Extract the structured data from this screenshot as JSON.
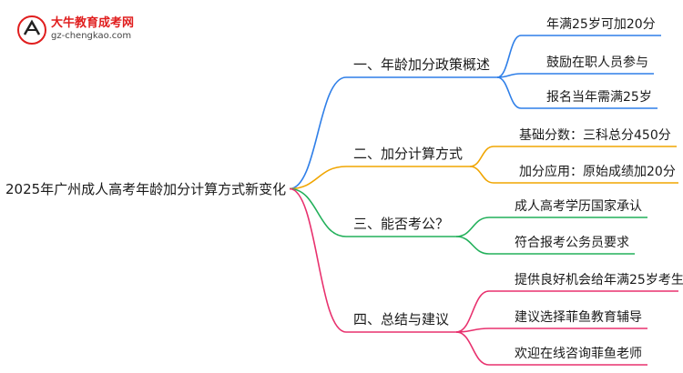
{
  "logo": {
    "name": "大牛教育成考网",
    "url": "gz-chengkao.com"
  },
  "root": {
    "label": "2025年广州成人高考年龄加分计算方式新变化"
  },
  "colors": {
    "blue": "#2f7fe8",
    "orange": "#f0a500",
    "green": "#22b05a",
    "pink": "#e8316e"
  },
  "branches": [
    {
      "label": "一、年龄加分政策概述",
      "color": "#2f7fe8",
      "leaves": [
        "年满25岁可加20分",
        "鼓励在职人员参与",
        "报名当年需满25岁"
      ]
    },
    {
      "label": "二、加分计算方式",
      "color": "#f0a500",
      "leaves": [
        "基础分数：三科总分450分",
        "加分应用：原始成绩加20分"
      ]
    },
    {
      "label": "三、能否考公？",
      "color": "#22b05a",
      "leaves": [
        "成人高考学历国家承认",
        "符合报考公务员要求"
      ]
    },
    {
      "label": "四、总结与建议",
      "color": "#e8316e",
      "leaves": [
        "提供良好机会给年满25岁考生",
        "建议选择菲鱼教育辅导",
        "欢迎在线咨询菲鱼老师"
      ]
    }
  ]
}
